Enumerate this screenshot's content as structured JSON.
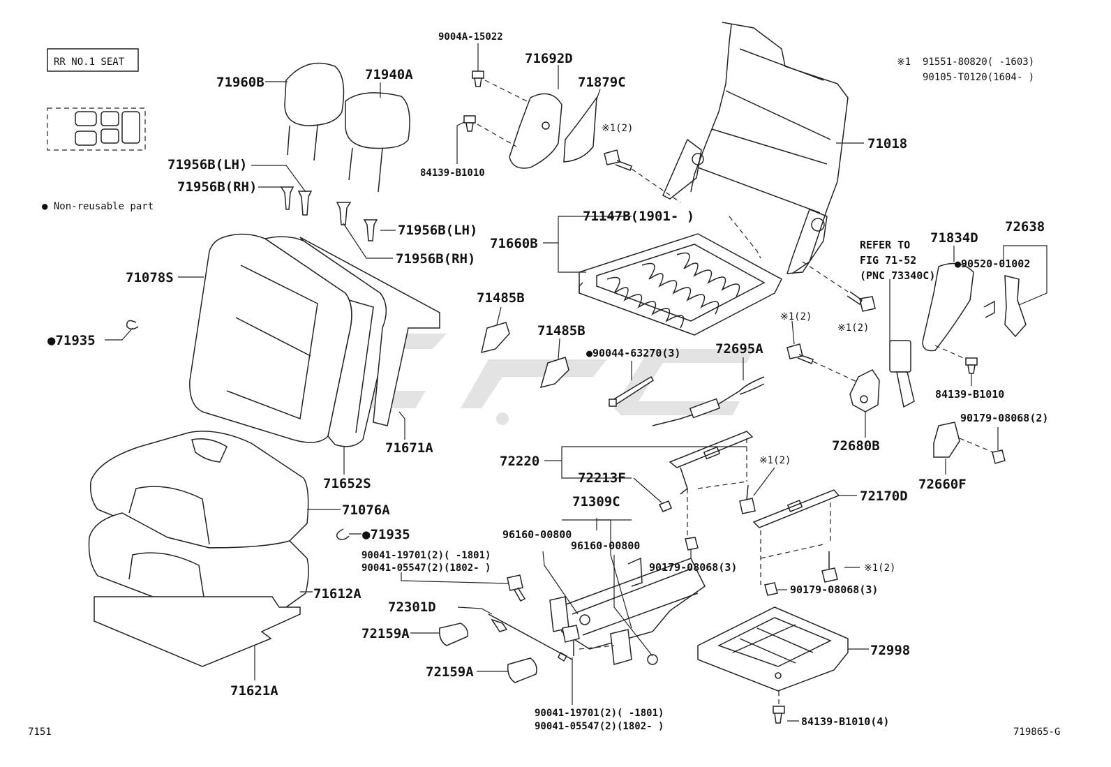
{
  "figure": {
    "seat_label": "RR NO.1 SEAT",
    "legend": "● Non-reusable part",
    "page_code": "7151",
    "figure_code": "719865-G"
  },
  "footnote": {
    "mark": "※1",
    "line1": "91551-80820(     -1603)",
    "line2": "90105-T0120(1604-     )"
  },
  "labels": {
    "p71960B": "71960B",
    "p71940A": "71940A",
    "p71956B_lh1": "71956B(LH)",
    "p71956B_rh1": "71956B(RH)",
    "p71956B_lh2": "71956B(LH)",
    "p71956B_rh2": "71956B(RH)",
    "p71078S": "71078S",
    "p71935a": "●71935",
    "p71652S": "71652S",
    "p71671A": "71671A",
    "p71076A": "71076A",
    "p71935b": "●71935",
    "p71612A": "71612A",
    "p71621A": "71621A",
    "p9004A": "9004A-15022",
    "p71692D": "71692D",
    "p71879C": "71879C",
    "p84139a": "84139-B1010",
    "x1_a": "※1(2)",
    "p71018": "71018",
    "p71147B": "71147B(1901-     )",
    "p71660B": "71660B",
    "p71485B_1": "71485B",
    "p71485B_2": "71485B",
    "p90044": "●90044-63270(3)",
    "x1_b": "※1(2)",
    "x1_c": "※1(2)",
    "p72695A": "72695A",
    "refer1": "REFER TO",
    "refer2": "FIG 71-52",
    "refer3": "(PNC 73340C)",
    "p71834D": "71834D",
    "p72638": "72638",
    "p90520": "●90520-01002",
    "p84139b": "84139-B1010",
    "p72680B": "72680B",
    "p90179a": "90179-08068(2)",
    "p72660F": "72660F",
    "p72220": "72220",
    "p72213F": "72213F",
    "x1_d": "※1(2)",
    "p72170D": "72170D",
    "p71309C": "71309C",
    "p96160a": "96160-00800",
    "p96160b": "96160-00800",
    "p90041a1": "90041-19701(2)(     -1801)",
    "p90041a2": "90041-05547(2)(1802-     )",
    "p90179b": "90179-08068(3)",
    "x1_e": "※1(2)",
    "p90179c": "90179-08068(3)",
    "p72301D": "72301D",
    "p72159A_1": "72159A",
    "p72159A_2": "72159A",
    "p72998": "72998",
    "p90041b1": "90041-19701(2)(     -1801)",
    "p90041b2": "90041-05547(2)(1802-     )",
    "p84139c": "84139-B1010(4)"
  }
}
